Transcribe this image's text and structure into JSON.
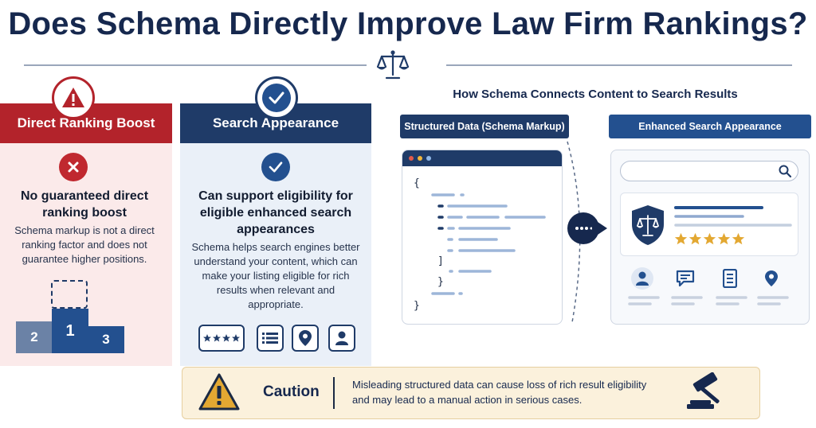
{
  "title": "Does Schema Directly Improve Law Firm Rankings?",
  "colors": {
    "navy": "#1f3b68",
    "red": "#b3232b",
    "blue": "#23508f",
    "gold": "#e3a832"
  },
  "left_panel": {
    "header": "Direct Ranking Boost",
    "icon": "warning-icon",
    "heading": "No guaranteed direct ranking boost",
    "body": "Schema markup is not a direct ranking factor and does not guarantee higher positions.",
    "podium": [
      "2",
      "1",
      "3"
    ]
  },
  "middle_panel": {
    "header": "Search Appearance",
    "icon": "check-icon",
    "heading": "Can support eligibility for eligible enhanced search appearances",
    "body": "Schema helps search engines better understand your content, which can make your listing eligible for rich results when relevant and appropriate.",
    "icons": [
      "stars-icon",
      "list-icon",
      "map-pin-icon",
      "user-icon"
    ]
  },
  "right_panel": {
    "heading": "How Schema Connects Content to Search Results",
    "structured_label": "Structured Data (Schema Markup)",
    "enhanced_label": "Enhanced Search Appearance",
    "code": {
      "open": "{",
      "bracket_close": "]",
      "brace_close": "}",
      "outer_close": "}"
    },
    "rating": 5
  },
  "caution": {
    "label": "Caution",
    "text": "Misleading structured data can cause loss of rich result eligibility and may lead to a manual action in serious cases."
  }
}
